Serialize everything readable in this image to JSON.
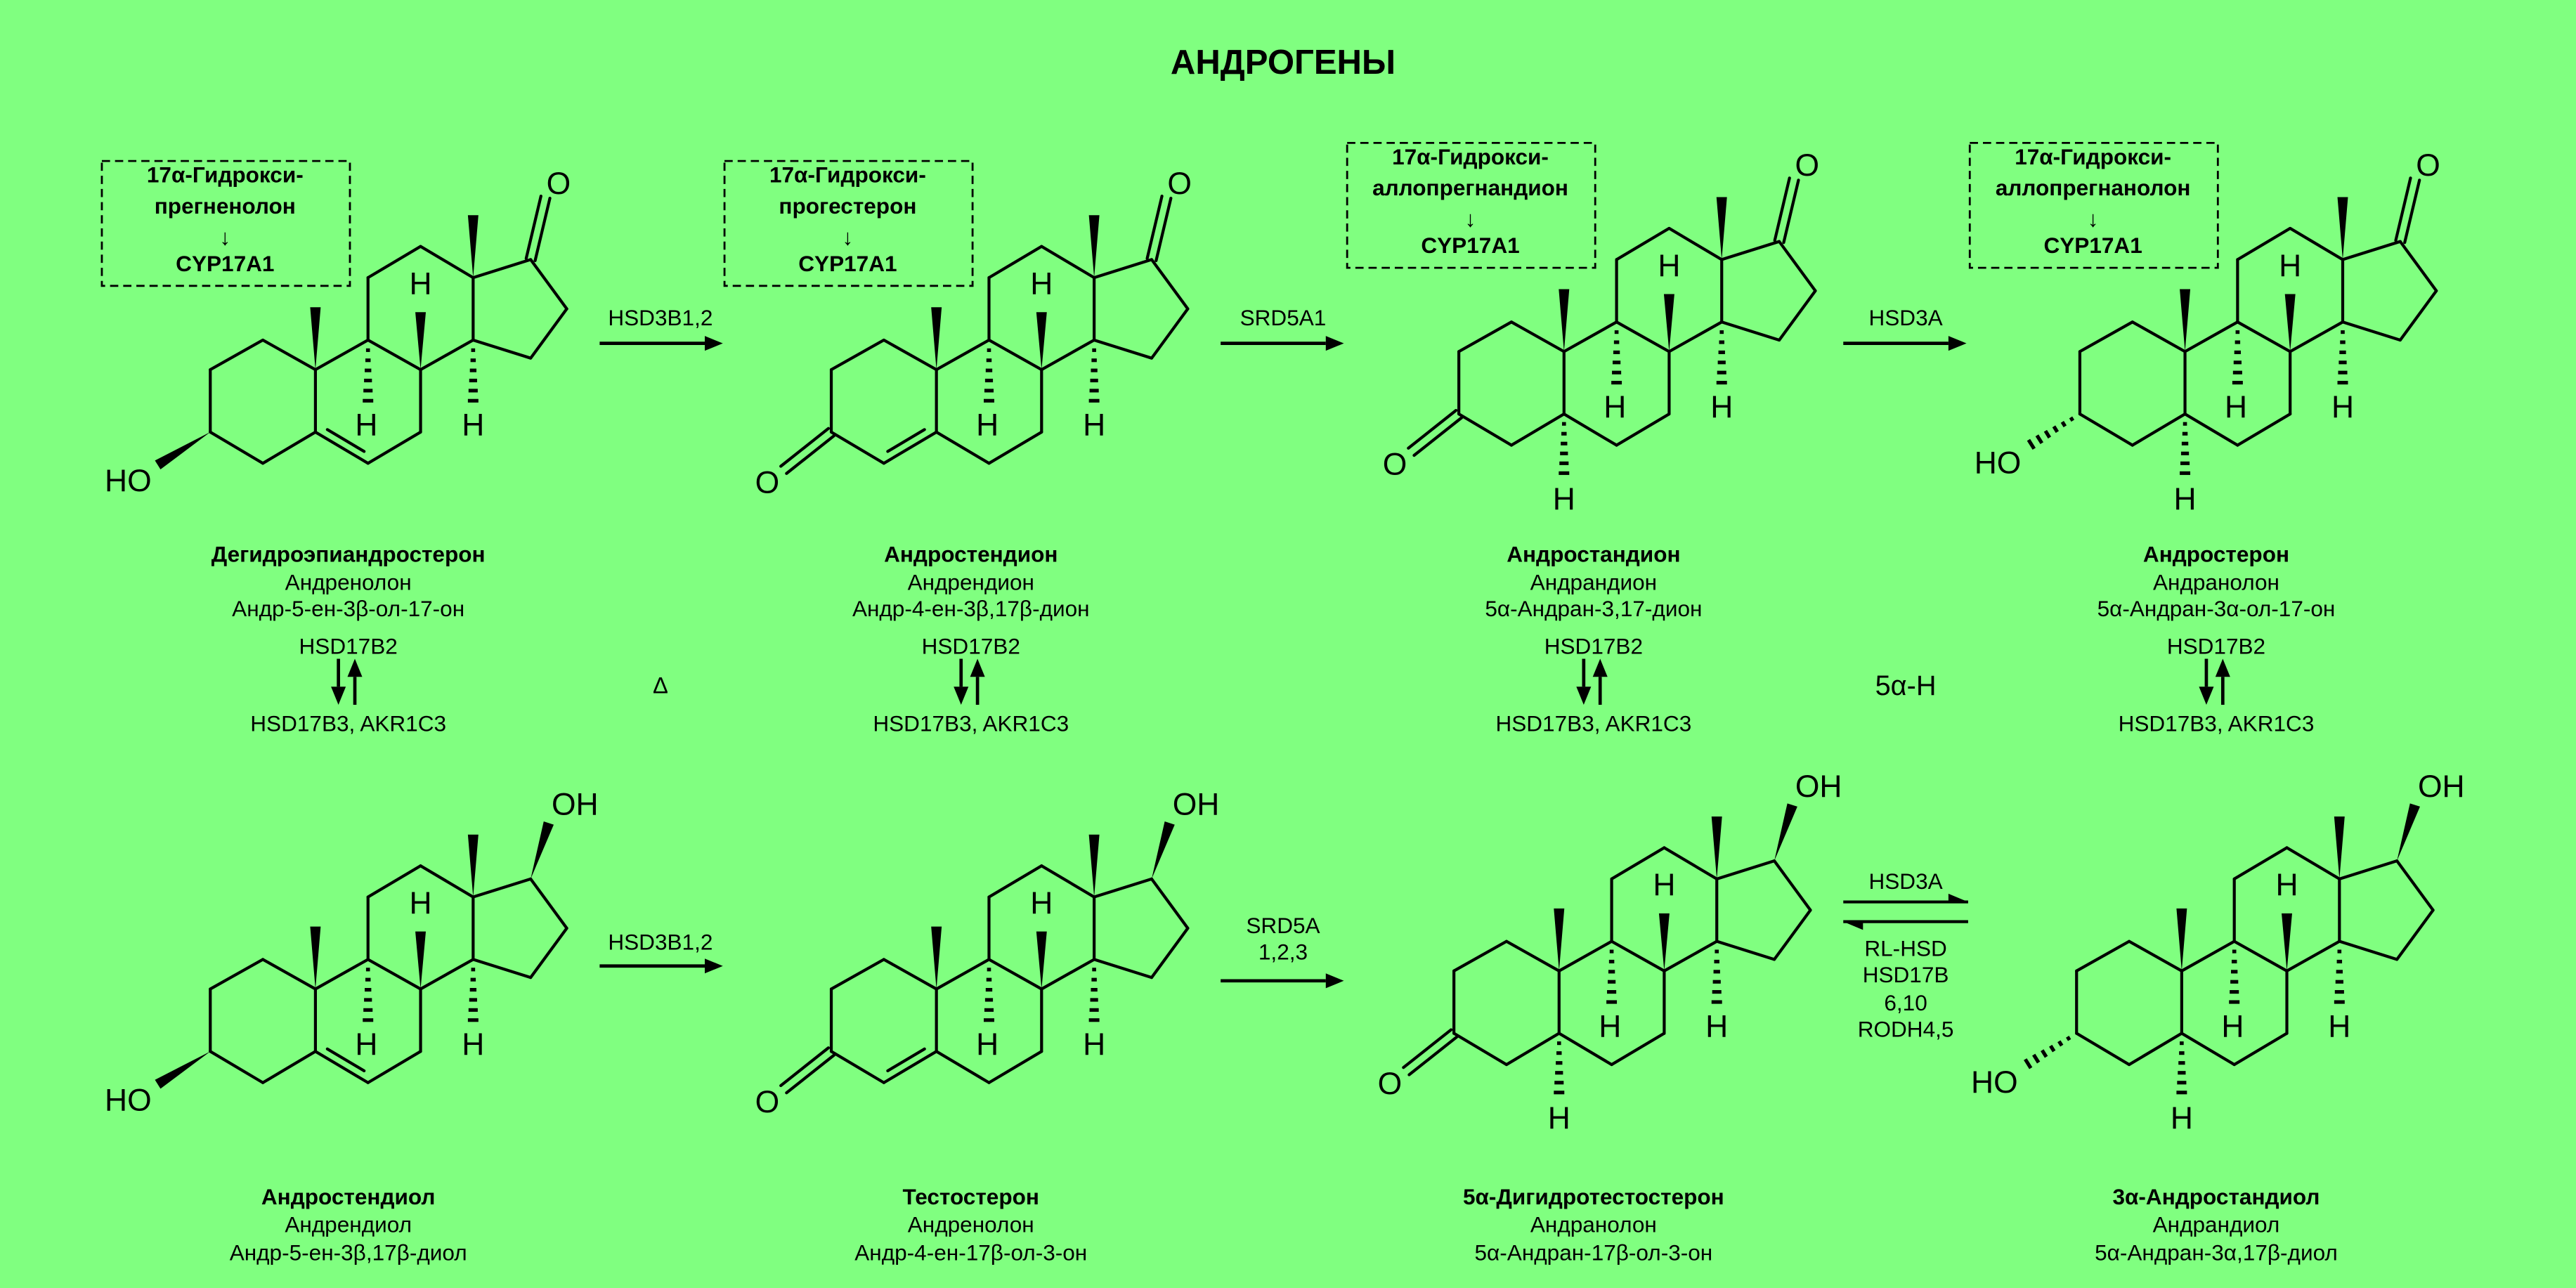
{
  "title": "АНДРОГЕНЫ",
  "background_color": "#80ff80",
  "atom_labels": {
    "O": "O",
    "H": "H",
    "HO": "HO",
    "OH": "OH"
  },
  "precursors": [
    {
      "line1": "17α-Гидрокси-",
      "line2": "прегненолон",
      "arrow": "↓",
      "enzyme": "CYP17A1"
    },
    {
      "line1": "17α-Гидрокси-",
      "line2": "прогестерон",
      "arrow": "↓",
      "enzyme": "CYP17A1"
    },
    {
      "line1": "17α-Гидрокси-",
      "line2": "аллопрегнандион",
      "arrow": "↓",
      "enzyme": "CYP17A1"
    },
    {
      "line1": "17α-Гидрокси-",
      "line2": "аллопрегнанолон",
      "arrow": "↓",
      "enzyme": "CYP17A1"
    }
  ],
  "top_row": [
    {
      "name": "Дегидроэпиандростерон",
      "alt": "Андренолон",
      "iupac": "Андр-5-ен-3β-ол-17-он"
    },
    {
      "name": "Андростендион",
      "alt": "Андрендион",
      "iupac": "Андр-4-ен-3β,17β-дион"
    },
    {
      "name": "Андростандион",
      "alt": "Андрандион",
      "iupac": "5α-Андран-3,17-дион"
    },
    {
      "name": "Андростерон",
      "alt": "Андранолон",
      "iupac": "5α-Андран-3α-ол-17-он"
    }
  ],
  "bottom_row": [
    {
      "name": "Андростендиол",
      "alt": "Андрендиол",
      "iupac": "Андр-5-ен-3β,17β-диол"
    },
    {
      "name": "Тестостерон",
      "alt": "Андренолон",
      "iupac": "Андр-4-ен-17β-ол-3-он"
    },
    {
      "name": "5α-Дигидротестостерон",
      "alt": "Андранолон",
      "iupac": "5α-Андран-17β-ол-3-он"
    },
    {
      "name": "3α-Андростандиол",
      "alt": "Андрандиол",
      "iupac": "5α-Андран-3α,17β-диол"
    }
  ],
  "vertical_enzymes": {
    "oxidation": "HSD17B2",
    "reduction": "HSD17B3, AKR1C3"
  },
  "top_reactions": [
    "HSD3B1,2",
    "SRD5A1",
    "HSD3A"
  ],
  "bottom_reactions": {
    "first": "HSD3B1,2",
    "second": [
      "SRD5A",
      "1,2,3"
    ],
    "third_forward": "HSD3A",
    "third_reverse": [
      "RL-HSD",
      "HSD17B",
      "6,10",
      "RODH4,5"
    ]
  },
  "row_labels": {
    "delta": "Δ",
    "five_alpha": "5α-H"
  }
}
